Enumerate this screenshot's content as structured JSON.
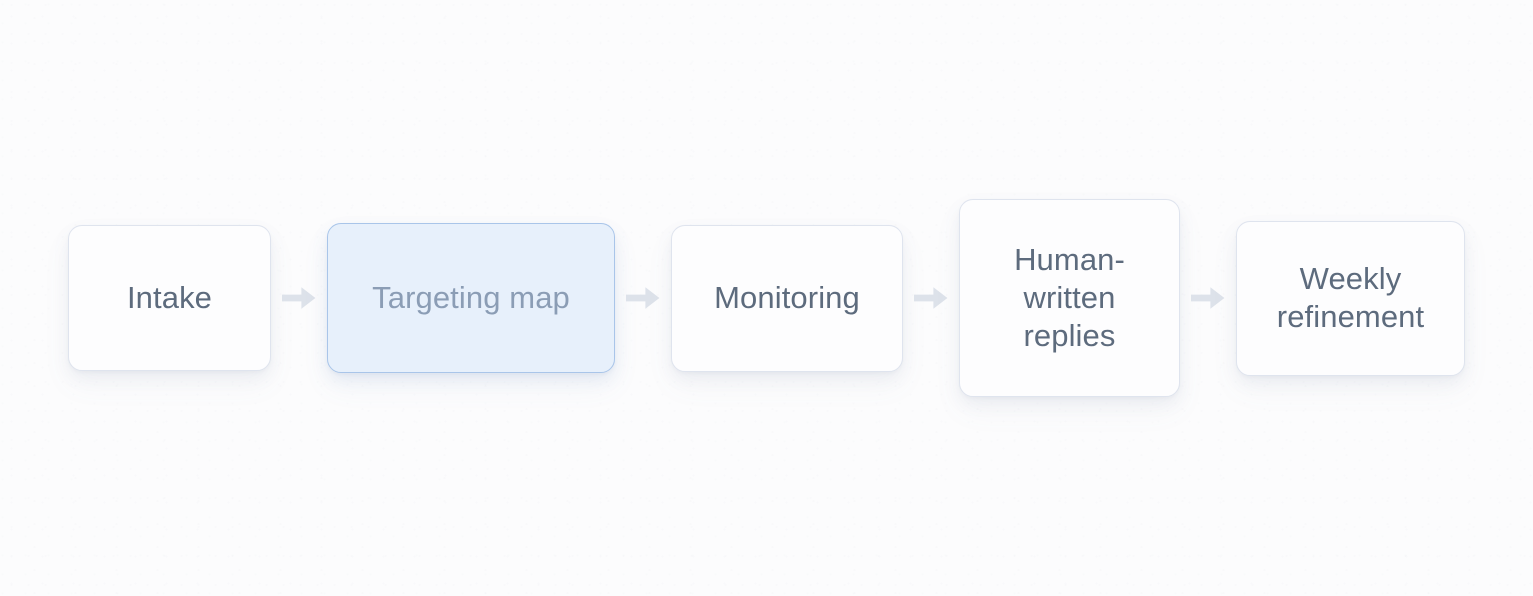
{
  "diagram": {
    "type": "horizontal-process-flow",
    "background_color": "#fcfcfd",
    "node_text_color": "#5d6b7d",
    "node_border_color": "#dfe4ee",
    "node_fill_color": "#fdfdfe",
    "active_node_fill_color": "#e7f0fb",
    "active_node_border_color": "#a9c5e9",
    "active_node_text_color": "#8b9db5",
    "arrow_color": "#dde2ea",
    "steps": [
      {
        "id": "intake",
        "label": "Intake",
        "active": false
      },
      {
        "id": "targeting-map",
        "label": "Targeting map",
        "active": true
      },
      {
        "id": "monitoring",
        "label": "Monitoring",
        "active": false
      },
      {
        "id": "human-written-replies",
        "label": "Human-\nwritten\nreplies",
        "active": false
      },
      {
        "id": "weekly-refinement",
        "label": "Weekly\nrefinement",
        "active": false
      }
    ],
    "connectors": [
      {
        "id": "arrow-1",
        "icon": "arrow-right-icon",
        "from": "intake",
        "to": "targeting-map"
      },
      {
        "id": "arrow-2",
        "icon": "arrow-right-icon",
        "from": "targeting-map",
        "to": "monitoring"
      },
      {
        "id": "arrow-3",
        "icon": "arrow-right-icon",
        "from": "monitoring",
        "to": "human-written-replies"
      },
      {
        "id": "arrow-4",
        "icon": "arrow-right-icon",
        "from": "human-written-replies",
        "to": "weekly-refinement"
      }
    ]
  }
}
